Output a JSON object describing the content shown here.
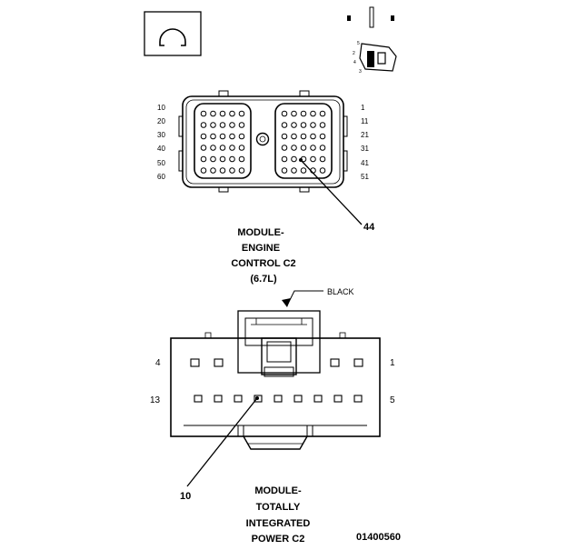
{
  "ecm": {
    "title_lines": [
      "MODULE-",
      "ENGINE",
      "CONTROL C2",
      "(6.7L)"
    ],
    "left_pin_labels": [
      "10",
      "20",
      "30",
      "40",
      "50",
      "60"
    ],
    "right_pin_labels": [
      "1",
      "11",
      "21",
      "31",
      "41",
      "51"
    ],
    "callout": "44"
  },
  "tipm": {
    "title_lines": [
      "MODULE-",
      "TOTALLY",
      "INTEGRATED",
      "POWER C2"
    ],
    "color_label": "BLACK",
    "pin_top_left": "4",
    "pin_top_right": "1",
    "pin_bottom_left": "13",
    "pin_bottom_right": "5",
    "callout": "10"
  },
  "terminal_icon": {
    "numbers": [
      "5",
      "2",
      "4",
      "3"
    ]
  },
  "figure_id": "01400560"
}
